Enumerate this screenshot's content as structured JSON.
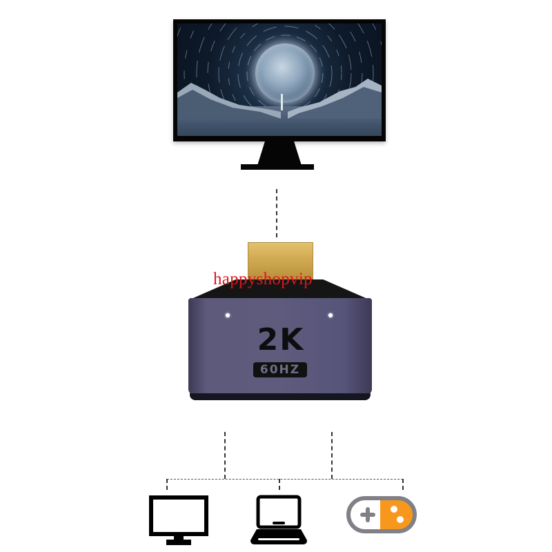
{
  "watermark": {
    "text": "happyshopvip",
    "color": "#e0141c"
  },
  "adapter": {
    "resolution_label": "2K",
    "refresh_label": "60HZ",
    "body_color": "#5d5a7c",
    "plug_color": "#d4b05a"
  },
  "devices": [
    {
      "name": "monitor",
      "icon": "monitor-icon"
    },
    {
      "name": "laptop",
      "icon": "laptop-icon"
    },
    {
      "name": "game-console",
      "icon": "gamepad-icon",
      "accent": "#f7981d"
    }
  ]
}
